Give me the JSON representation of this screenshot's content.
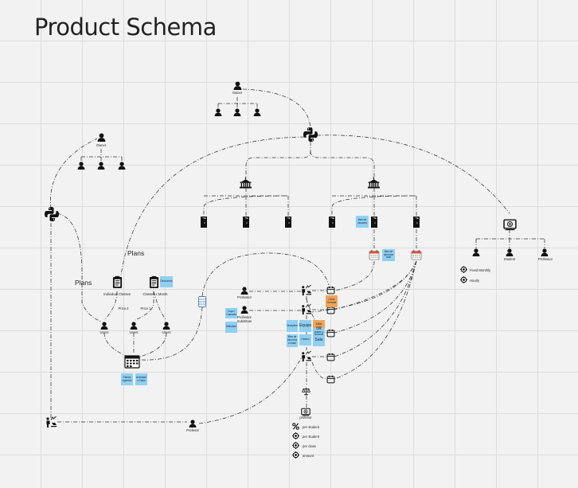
{
  "title": "Product Schema",
  "colors": {
    "sticky_blue": "#8fd0f3",
    "sticky_orange": "#f0a456",
    "line": "#333333"
  },
  "labels": {
    "owner_top": "Owner",
    "owner_left": "Owner",
    "plans_upper": "Plans",
    "plans_left": "Plans",
    "individual_classes": "Individual Classes",
    "classes_month": "Classes x Month",
    "price_1": "Price 1",
    "price_2": "Price 2",
    "users_1": "Users",
    "users_2": "Users",
    "users_3": "Users",
    "professor_mid": "Professor",
    "professor_substitute": "Professor Substitute",
    "professor_bottom": "Profesor",
    "student": "Student",
    "professor_right": "Professor",
    "fixed_monthly": "Fixed Monthly",
    "hourly": "Hourly",
    "profesor_small": "profesor",
    "per_student": "per student",
    "per_student_2": "per student",
    "per_class": "per class",
    "amount": "amount"
  },
  "stickies": {
    "s1": "Descuento",
    "s2": "Max de usuarios",
    "s3": "Max de alumnos total",
    "s4": "Planes vigentes",
    "s5": "Actividad x Clase",
    "s6": "Cupo / Camada",
    "s7": "Dificultad",
    "s8": "Disciplina",
    "s9": "Equipo",
    "s10": "Estilo clase",
    "s11": "Cant. clases y horarios",
    "s12": "Mes de alumnos x clase",
    "s13": "Horario",
    "s14": "Sala",
    "s15": "Clase Cerrada"
  },
  "icons": [
    "user-icon",
    "python-icon",
    "building-icon",
    "door-icon",
    "calendar-icon",
    "clipboard-icon",
    "money-icon",
    "percent-icon",
    "target-icon",
    "task-icon",
    "calendar-grid-icon",
    "db-icon",
    "scale-icon"
  ]
}
